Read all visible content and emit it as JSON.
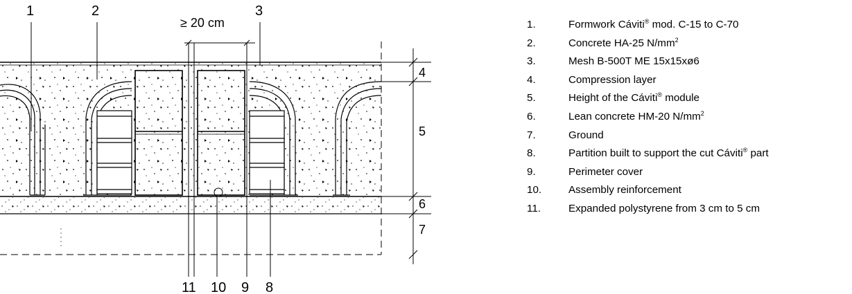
{
  "diagram": {
    "callouts_top": [
      "1",
      "2",
      "3"
    ],
    "callouts_bottom": [
      "11",
      "10",
      "9",
      "8"
    ],
    "side_dims": [
      "4",
      "5",
      "6",
      "7"
    ],
    "width_dim": "≥ 20 cm"
  },
  "legend": {
    "items": [
      {
        "num": "1.",
        "text": "Formwork Cáviti",
        "sup": "®",
        "after": " mod. C-15 to C-70"
      },
      {
        "num": "2.",
        "text": "Concrete HA-25 N/mm",
        "sup": "2",
        "after": ""
      },
      {
        "num": "3.",
        "text": "Mesh B-500T ME 15x15xø6",
        "sup": "",
        "after": ""
      },
      {
        "num": "4.",
        "text": "Compression layer",
        "sup": "",
        "after": ""
      },
      {
        "num": "5.",
        "text": "Height of the Cáviti",
        "sup": "®",
        "after": " module"
      },
      {
        "num": "6.",
        "text": "Lean concrete HM-20 N/mm",
        "sup": "2",
        "after": ""
      },
      {
        "num": "7.",
        "text": "Ground",
        "sup": "",
        "after": ""
      },
      {
        "num": "8.",
        "text": "Partition built to support the cut Cáviti",
        "sup": "®",
        "after": " part"
      },
      {
        "num": "9.",
        "text": "Perimeter cover",
        "sup": "",
        "after": ""
      },
      {
        "num": "10.",
        "text": "Assembly reinforcement",
        "sup": "",
        "after": ""
      },
      {
        "num": "11.",
        "text": "Expanded polystyrene from 3 cm to 5 cm",
        "sup": "",
        "after": ""
      }
    ]
  }
}
